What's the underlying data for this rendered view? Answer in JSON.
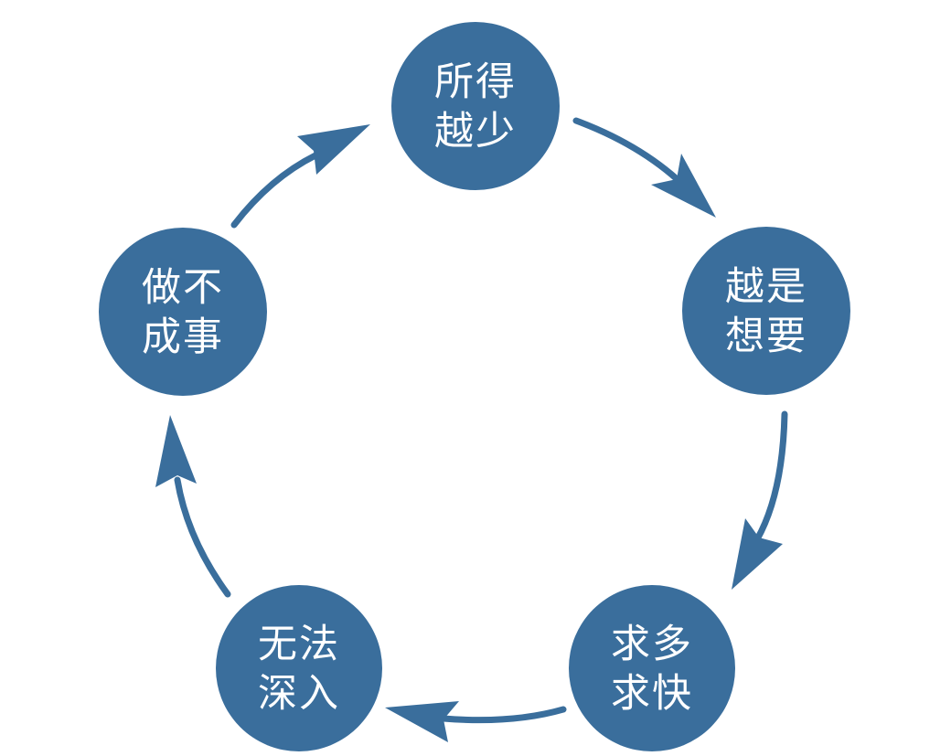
{
  "diagram": {
    "type": "cycle",
    "colors": {
      "node_fill": "#3A6E9C",
      "arrow": "#3A6E9C",
      "text": "#ffffff",
      "background": "#ffffff"
    },
    "nodes": [
      {
        "id": "n1",
        "lines": [
          "所得",
          "越少"
        ]
      },
      {
        "id": "n2",
        "lines": [
          "越是",
          "想要"
        ]
      },
      {
        "id": "n3",
        "lines": [
          "求多",
          "求快"
        ]
      },
      {
        "id": "n4",
        "lines": [
          "无法",
          "深入"
        ]
      },
      {
        "id": "n5",
        "lines": [
          "做不",
          "成事"
        ]
      }
    ],
    "edges": [
      {
        "from": "n1",
        "to": "n2"
      },
      {
        "from": "n2",
        "to": "n3"
      },
      {
        "from": "n3",
        "to": "n4"
      },
      {
        "from": "n4",
        "to": "n5"
      },
      {
        "from": "n5",
        "to": "n1"
      }
    ]
  }
}
